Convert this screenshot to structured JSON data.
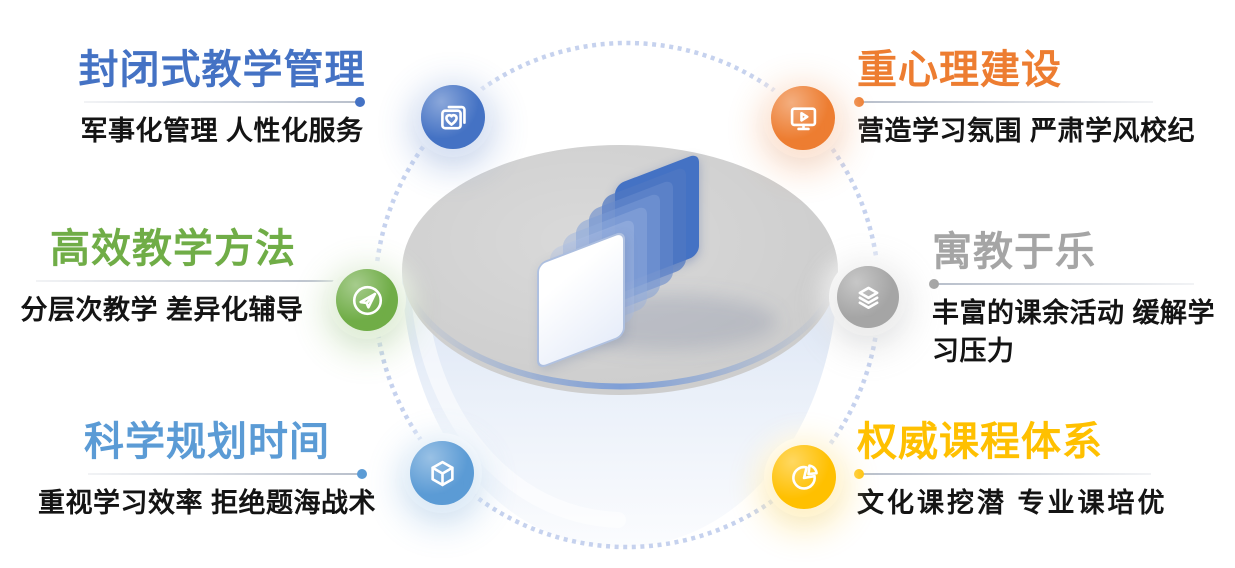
{
  "features": [
    {
      "title": "封闭式教学管理",
      "subtitle": "军事化管理 人性化服务",
      "accent_color": "#4472C4",
      "icon": "heart-card-icon"
    },
    {
      "title": "高效教学方法",
      "subtitle": "分层次教学 差异化辅导",
      "accent_color": "#70AD47",
      "icon": "paper-plane-icon"
    },
    {
      "title": "科学规划时间",
      "subtitle": "重视学习效率 拒绝题海战术",
      "accent_color": "#5B9BD5",
      "icon": "cube-icon"
    },
    {
      "title": "重心理建设",
      "subtitle": "营造学习氛围 严肃学风校纪",
      "accent_color": "#ED7D31",
      "icon": "video-play-icon"
    },
    {
      "title": "寓教于乐",
      "subtitle": "丰富的课余活动 缓解学习压力",
      "accent_color": "#A5A5A5",
      "icon": "layers-icon"
    },
    {
      "title": "权威课程体系",
      "subtitle": "文化课挖潜 专业课培优",
      "accent_color": "#FFC000",
      "icon": "pie-chart-icon"
    }
  ],
  "center_illustration": {
    "dashed_circle_color": "#C6D2EE",
    "dome_top_color": "#CBCBCB",
    "dome_rim_color": "#7F9FD6",
    "bowl_color_top": "#D9E3F4",
    "card_back_color": "#4472C4",
    "card_front_color": "#FFFFFF"
  }
}
